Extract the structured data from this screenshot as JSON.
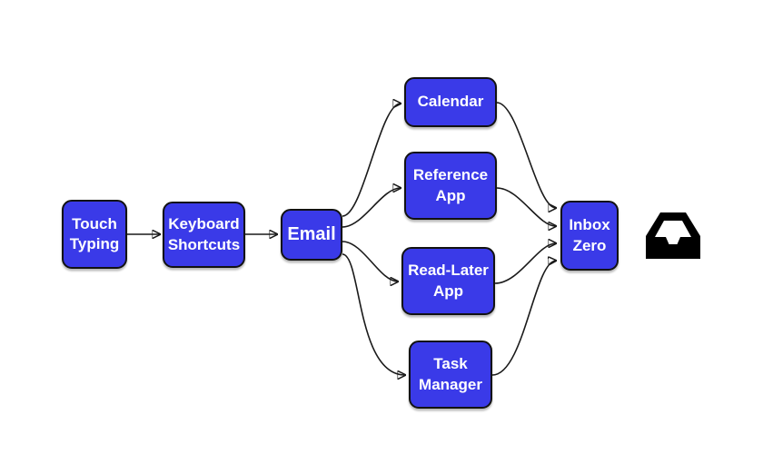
{
  "diagram": {
    "type": "flowchart-left-to-right",
    "background_color": "#ffffff",
    "node_fill_color": "#3a3ae8",
    "node_border_color": "#121212",
    "node_text_color": "#ffffff",
    "edge_color": "#1a1a1a",
    "icon_color": "#000000",
    "nodes": [
      {
        "id": "touch-typing",
        "label": "Touch Typing"
      },
      {
        "id": "keyboard-shortcuts",
        "label": "Keyboard Shortcuts"
      },
      {
        "id": "email",
        "label": "Email"
      },
      {
        "id": "calendar",
        "label": "Calendar"
      },
      {
        "id": "reference-app",
        "label": "Reference App"
      },
      {
        "id": "read-later-app",
        "label": "Read-Later App"
      },
      {
        "id": "task-manager",
        "label": "Task Manager"
      },
      {
        "id": "inbox-zero",
        "label": "Inbox Zero"
      }
    ],
    "edges": [
      {
        "from": "touch-typing",
        "to": "keyboard-shortcuts"
      },
      {
        "from": "keyboard-shortcuts",
        "to": "email"
      },
      {
        "from": "email",
        "to": "calendar"
      },
      {
        "from": "email",
        "to": "reference-app"
      },
      {
        "from": "email",
        "to": "read-later-app"
      },
      {
        "from": "email",
        "to": "task-manager"
      },
      {
        "from": "calendar",
        "to": "inbox-zero"
      },
      {
        "from": "reference-app",
        "to": "inbox-zero"
      },
      {
        "from": "read-later-app",
        "to": "inbox-zero"
      },
      {
        "from": "task-manager",
        "to": "inbox-zero"
      }
    ],
    "end_icon": "inbox-tray-icon"
  }
}
